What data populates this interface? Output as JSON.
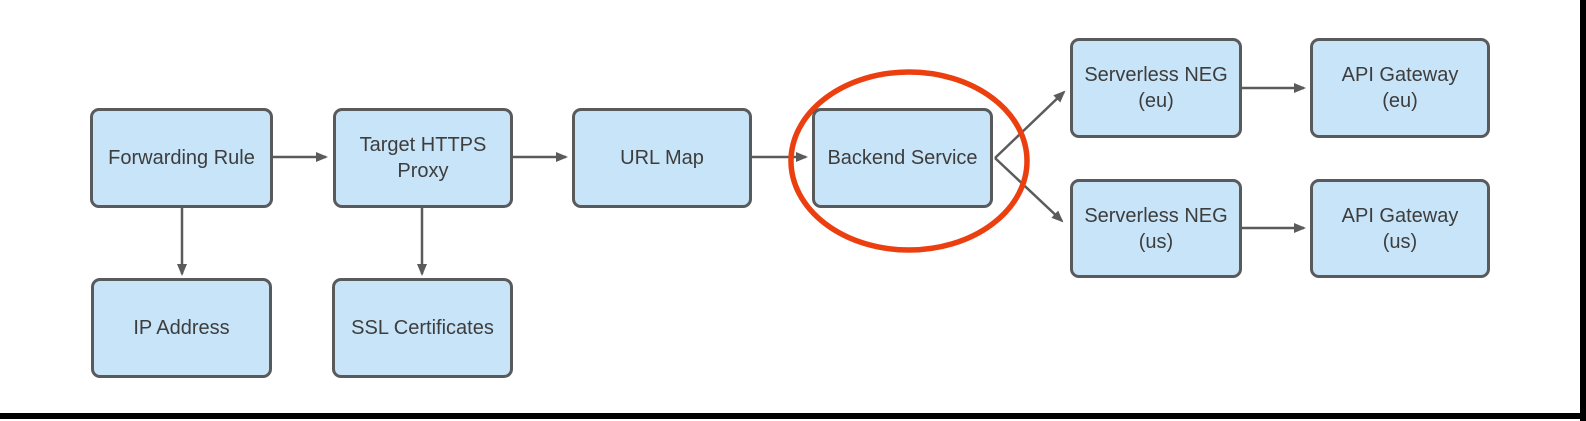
{
  "nodes": {
    "forwarding_rule": {
      "label": "Forwarding Rule"
    },
    "target_https_proxy": {
      "label": "Target HTTPS\nProxy"
    },
    "url_map": {
      "label": "URL Map"
    },
    "backend_service": {
      "label": "Backend Service"
    },
    "ip_address": {
      "label": "IP Address"
    },
    "ssl_certificates": {
      "label": "SSL Certificates"
    },
    "serverless_neg_eu": {
      "label": "Serverless NEG\n(eu)"
    },
    "api_gateway_eu": {
      "label": "API Gateway\n(eu)"
    },
    "serverless_neg_us": {
      "label": "Serverless NEG\n(us)"
    },
    "api_gateway_us": {
      "label": "API Gateway\n(us)"
    }
  },
  "edges": [
    {
      "from": "Forwarding Rule",
      "to": "Target HTTPS Proxy"
    },
    {
      "from": "Forwarding Rule",
      "to": "IP Address"
    },
    {
      "from": "Target HTTPS Proxy",
      "to": "URL Map"
    },
    {
      "from": "Target HTTPS Proxy",
      "to": "SSL Certificates"
    },
    {
      "from": "URL Map",
      "to": "Backend Service"
    },
    {
      "from": "Backend Service",
      "to": "Serverless NEG (eu)"
    },
    {
      "from": "Backend Service",
      "to": "Serverless NEG (us)"
    },
    {
      "from": "Serverless NEG (eu)",
      "to": "API Gateway (eu)"
    },
    {
      "from": "Serverless NEG (us)",
      "to": "API Gateway (us)"
    }
  ],
  "annotation": {
    "type": "ellipse-highlight",
    "around": "Backend Service"
  },
  "colors": {
    "node_fill": "#c8e4f8",
    "node_border": "#595a5c",
    "arrow": "#5b5b5b",
    "highlight_ellipse": "#ec3f0f",
    "frame": "#000000",
    "text": "#3d3d3d"
  }
}
